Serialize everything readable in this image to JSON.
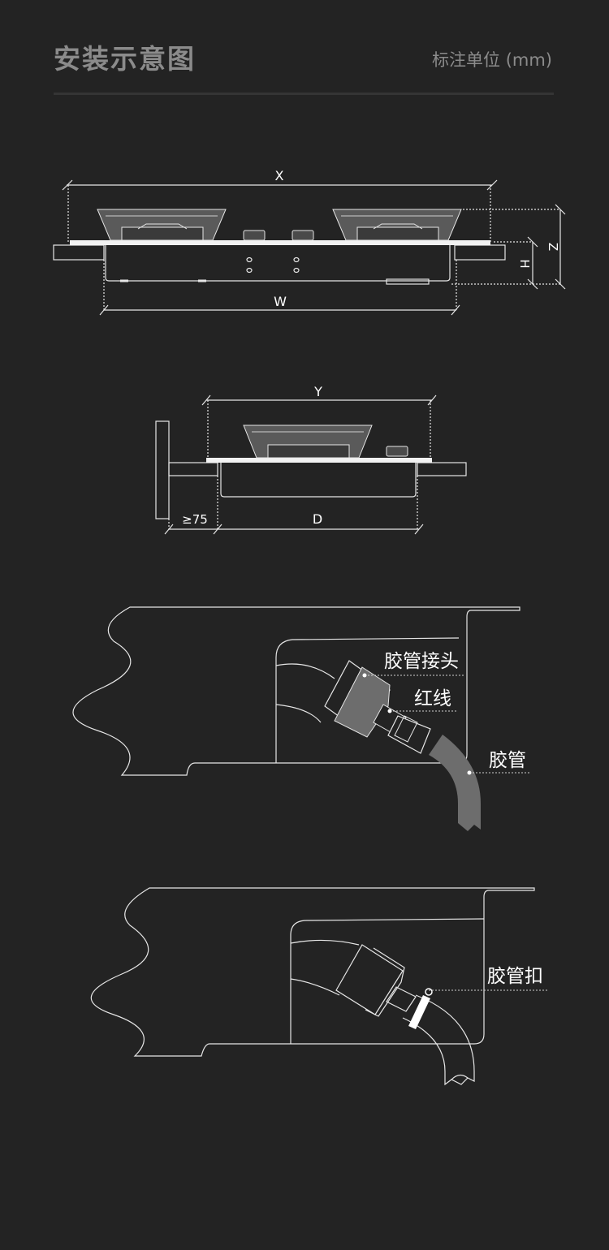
{
  "header": {
    "title": "安装示意图",
    "unit_note": "标注单位 (mm)"
  },
  "diagram1": {
    "label_x": "X",
    "label_w": "W",
    "label_z": "Z",
    "label_h": "H"
  },
  "diagram2": {
    "label_y": "Y",
    "label_d": "D",
    "label_gap": "≥75"
  },
  "diagram3": {
    "label_connector": "胶管接头",
    "label_redline": "红线",
    "label_hose": "胶管"
  },
  "diagram4": {
    "label_clamp": "胶管扣"
  },
  "colors": {
    "background": "#232323",
    "line": "#e6e6e6",
    "header_text": "#8b8b8b",
    "hose_fill": "#6d6d6d"
  }
}
